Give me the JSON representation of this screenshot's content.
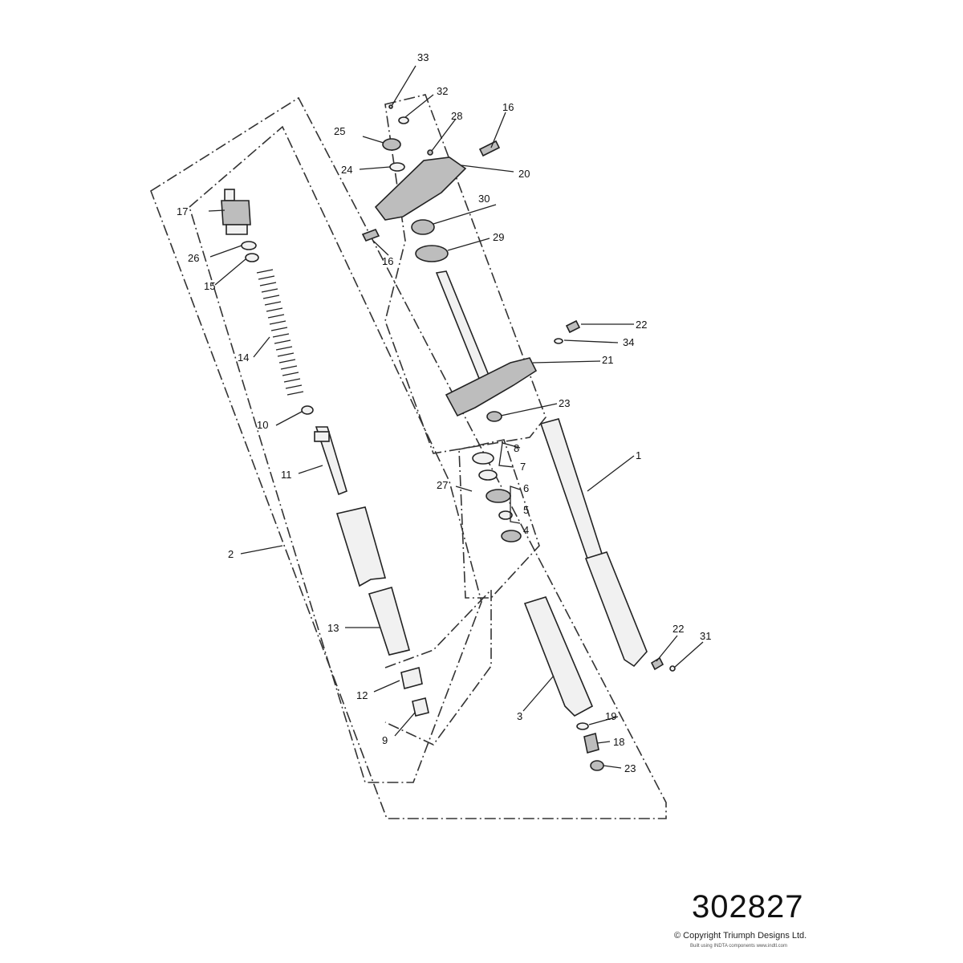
{
  "diagram": {
    "reference_number": "302827",
    "copyright": "© Copyright Triumph Designs Ltd.",
    "built_note": "Built using INDTA components www.indtl.com",
    "callouts": [
      {
        "id": "c1",
        "label": "1"
      },
      {
        "id": "c2",
        "label": "2"
      },
      {
        "id": "c3",
        "label": "3"
      },
      {
        "id": "c4",
        "label": "4"
      },
      {
        "id": "c5",
        "label": "5"
      },
      {
        "id": "c6",
        "label": "6"
      },
      {
        "id": "c7",
        "label": "7"
      },
      {
        "id": "c8",
        "label": "8"
      },
      {
        "id": "c9",
        "label": "9"
      },
      {
        "id": "c10",
        "label": "10"
      },
      {
        "id": "c11",
        "label": "11"
      },
      {
        "id": "c12",
        "label": "12"
      },
      {
        "id": "c13",
        "label": "13"
      },
      {
        "id": "c14",
        "label": "14"
      },
      {
        "id": "c15",
        "label": "15"
      },
      {
        "id": "c16a",
        "label": "16"
      },
      {
        "id": "c16b",
        "label": "16"
      },
      {
        "id": "c17",
        "label": "17"
      },
      {
        "id": "c18",
        "label": "18"
      },
      {
        "id": "c19",
        "label": "19"
      },
      {
        "id": "c20",
        "label": "20"
      },
      {
        "id": "c21",
        "label": "21"
      },
      {
        "id": "c22a",
        "label": "22"
      },
      {
        "id": "c22b",
        "label": "22"
      },
      {
        "id": "c23a",
        "label": "23"
      },
      {
        "id": "c23b",
        "label": "23"
      },
      {
        "id": "c24",
        "label": "24"
      },
      {
        "id": "c25",
        "label": "25"
      },
      {
        "id": "c26",
        "label": "26"
      },
      {
        "id": "c27",
        "label": "27"
      },
      {
        "id": "c28",
        "label": "28"
      },
      {
        "id": "c29",
        "label": "29"
      },
      {
        "id": "c30",
        "label": "30"
      },
      {
        "id": "c31",
        "label": "31"
      },
      {
        "id": "c32",
        "label": "32"
      },
      {
        "id": "c33",
        "label": "33"
      },
      {
        "id": "c34",
        "label": "34"
      }
    ]
  }
}
